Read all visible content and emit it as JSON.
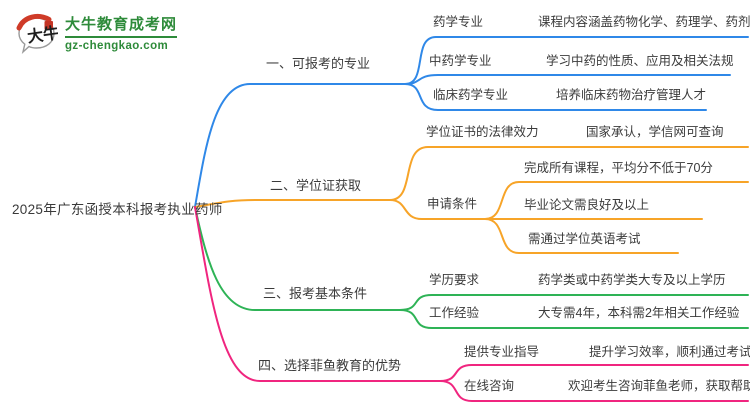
{
  "logo": {
    "brand": "大牛教育成考网",
    "domain": "gz-chengkao.com",
    "icon_text": "大牛",
    "green": "#2e8b3a",
    "red": "#cf3b28"
  },
  "root": {
    "title": "2025年广东函授本科报考执业药师"
  },
  "branches": [
    {
      "label": "一、可报考的专业",
      "color": "#2f88e8",
      "children": [
        {
          "label": "药学专业",
          "desc": "课程内容涵盖药物化学、药理学、药剂学"
        },
        {
          "label": "中药学专业",
          "desc": "学习中药的性质、应用及相关法规"
        },
        {
          "label": "临床药学专业",
          "desc": "培养临床药物治疗管理人才"
        }
      ]
    },
    {
      "label": "二、学位证获取",
      "color": "#f7a428",
      "children": [
        {
          "label": "学位证书的法律效力",
          "desc": "国家承认，学信网可查询"
        },
        {
          "label": "申请条件",
          "children": [
            {
              "label": "完成所有课程，平均分不低于70分"
            },
            {
              "label": "毕业论文需良好及以上"
            },
            {
              "label": "需通过学位英语考试"
            }
          ]
        }
      ]
    },
    {
      "label": "三、报考基本条件",
      "color": "#2eb356",
      "children": [
        {
          "label": "学历要求",
          "desc": "药学类或中药学类大专及以上学历"
        },
        {
          "label": "工作经验",
          "desc": "大专需4年，本科需2年相关工作经验"
        }
      ]
    },
    {
      "label": "四、选择菲鱼教育的优势",
      "color": "#f0257f",
      "children": [
        {
          "label": "提供专业指导",
          "desc": "提升学习效率，顺利通过考试"
        },
        {
          "label": "在线咨询",
          "desc": "欢迎考生咨询菲鱼老师，获取帮助"
        }
      ]
    }
  ]
}
